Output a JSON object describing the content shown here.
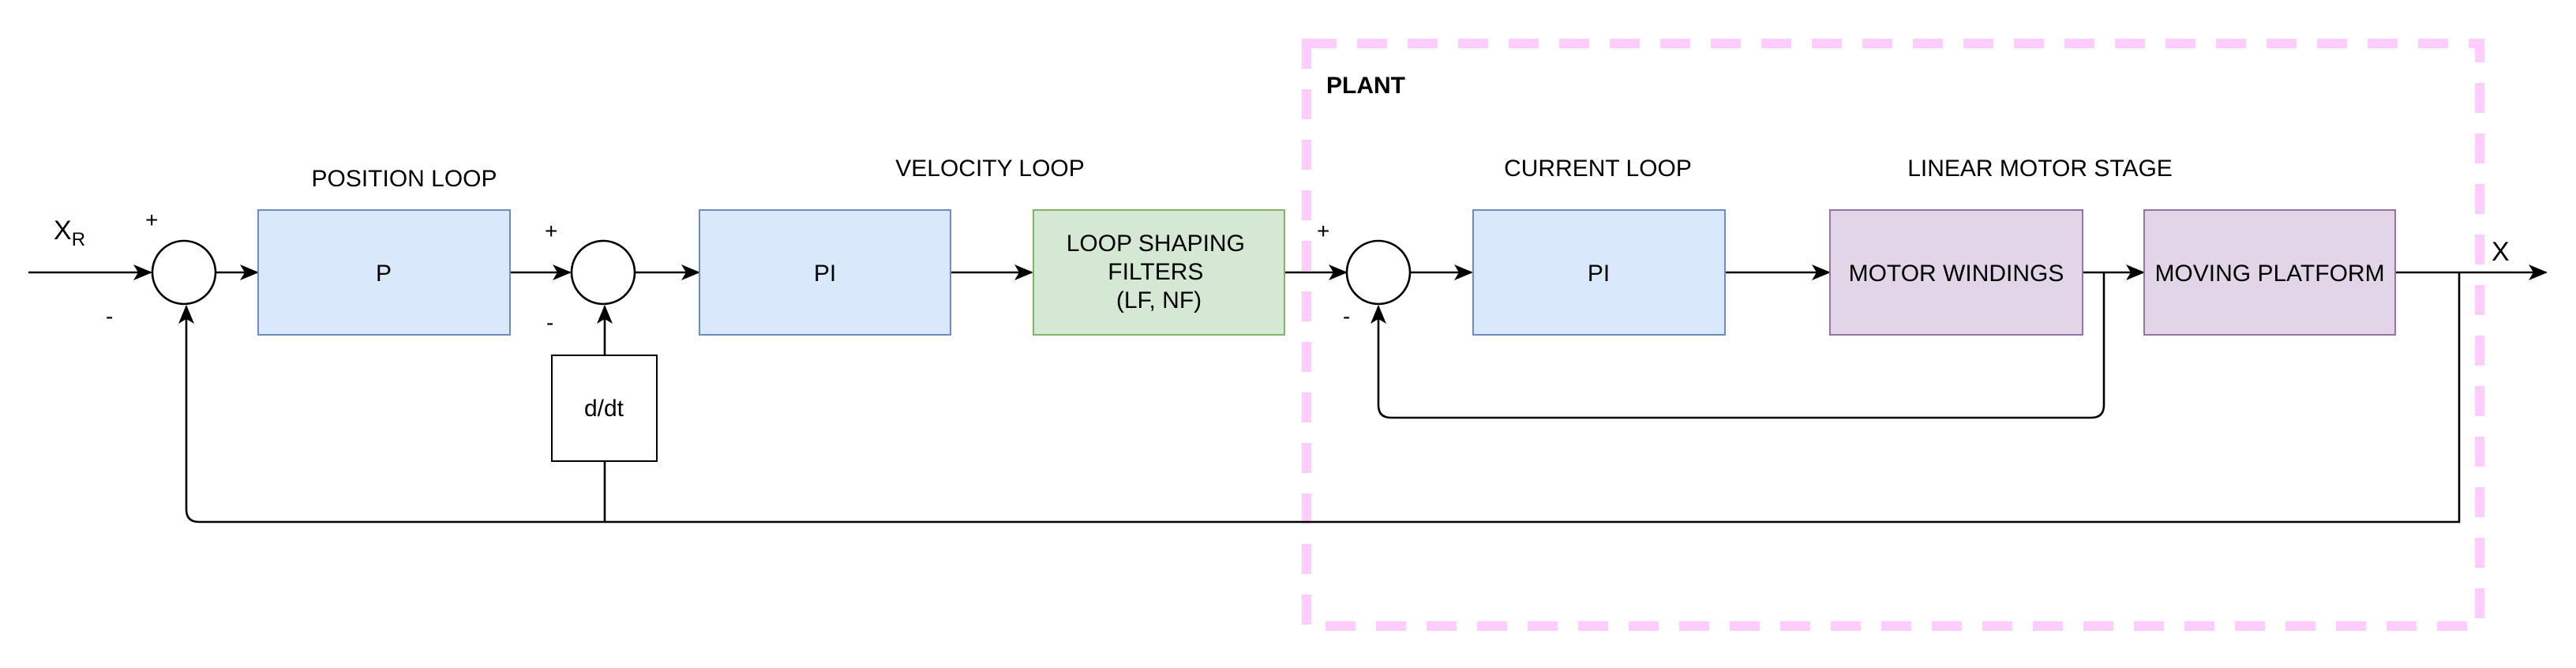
{
  "colors": {
    "blue_fill": "#dae8fc",
    "blue_stroke": "#6c8ebf",
    "green_fill": "#d5e8d4",
    "green_stroke": "#82b366",
    "purple_fill": "#e1d5e7",
    "purple_stroke": "#9673a6",
    "plant_border": "#ffccff"
  },
  "plant": {
    "title": "PLANT"
  },
  "section_labels": {
    "position_loop": "POSITION LOOP",
    "velocity_loop": "VELOCITY LOOP",
    "current_loop": "CURRENT LOOP",
    "linear_motor_stage": "LINEAR MOTOR STAGE"
  },
  "blocks": {
    "position_controller": "P",
    "velocity_controller": "PI",
    "loop_shaping": [
      "LOOP SHAPING",
      "FILTERS",
      "(LF, NF)"
    ],
    "differentiator": "d/dt",
    "current_controller": "PI",
    "motor_windings": "MOTOR WINDINGS",
    "moving_platform": "MOVING PLATFORM"
  },
  "signals": {
    "input_main": "X",
    "input_sub": "R",
    "output": "X"
  },
  "signs": {
    "sum1_plus": "+",
    "sum1_minus": "-",
    "sum2_plus": "+",
    "sum2_minus": "-",
    "sum3_plus": "+",
    "sum3_minus": "-"
  }
}
